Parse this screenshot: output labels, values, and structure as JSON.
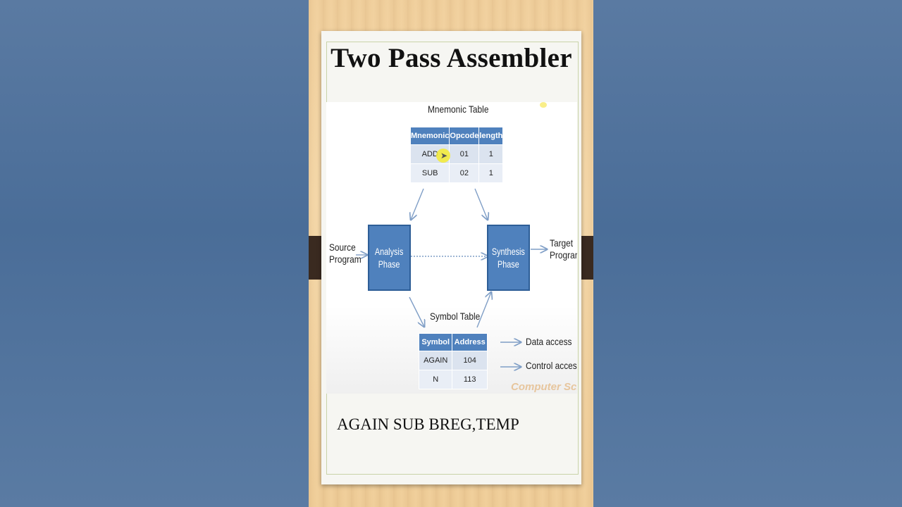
{
  "title": "Two Pass Assembler",
  "diagram": {
    "mnemonic_table": {
      "caption": "Mnemonic Table",
      "headers": [
        "Mnemonic",
        "Opcode",
        "length"
      ],
      "rows": [
        [
          "ADD",
          "01",
          "1"
        ],
        [
          "SUB",
          "02",
          "1"
        ]
      ]
    },
    "nodes": {
      "source": [
        "Source",
        "Program"
      ],
      "analysis": [
        "Analysis",
        "Phase"
      ],
      "synthesis": [
        "Synthesis",
        "Phase"
      ],
      "target": [
        "Target",
        "Program"
      ]
    },
    "symbol_table": {
      "caption": "Symbol Table",
      "headers": [
        "Symbol",
        "Address"
      ],
      "rows": [
        [
          "AGAIN",
          "104"
        ],
        [
          "N",
          "113"
        ]
      ]
    },
    "legend": {
      "data_access": "Data access",
      "control_access": "Control access"
    },
    "watermark": "Computer Sc..."
  },
  "statement": "AGAIN SUB BREG,TEMP",
  "colors": {
    "box_fill": "#4f81bd",
    "table_header": "#4f81bd",
    "table_cell": "#dbe3ef",
    "arrow": "#7f9ec6"
  }
}
